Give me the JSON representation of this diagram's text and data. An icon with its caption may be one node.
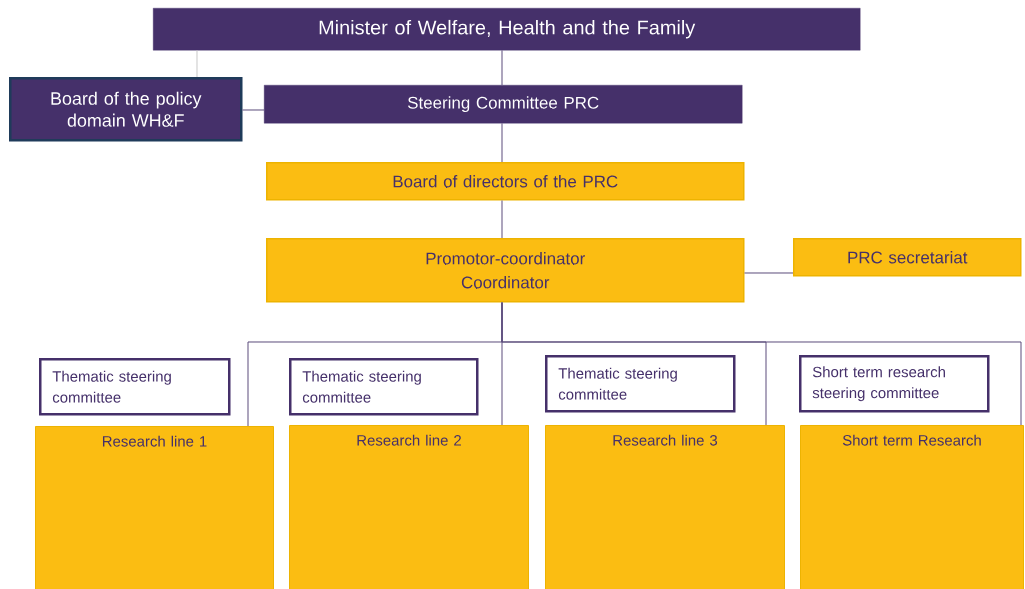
{
  "diagram": {
    "nodes": [
      {
        "text": [
          "Minister of Welfare, Health and the Family"
        ]
      },
      {
        "text": [
          "Board of the policy domain WH&F"
        ]
      },
      {
        "text": [
          "Steering Committee PRC"
        ]
      },
      {
        "text": [
          "Board of directors of the PRC"
        ]
      },
      {
        "text": [
          "Promotor-coordinator",
          "Coordinator"
        ]
      },
      {
        "text": [
          "PRC secretariat"
        ]
      },
      {
        "text": [
          "Thematic steering committee"
        ]
      },
      {
        "text": [
          "Research line  1"
        ]
      },
      {
        "text": [
          "Thematic steering committee"
        ]
      },
      {
        "text": [
          "Research line  2"
        ]
      },
      {
        "text": [
          "Thematic steering committee"
        ]
      },
      {
        "text": [
          "Research line  3"
        ]
      },
      {
        "text": [
          "Short term research steering committee"
        ]
      },
      {
        "text": [
          "Short term Research"
        ]
      }
    ],
    "edges": [
      {
        "from": 0,
        "to": 1,
        "arrow": "none",
        "color": "#c8c8c8"
      },
      {
        "from": 0,
        "to": 2,
        "arrow": "none"
      },
      {
        "from": 1,
        "to": 2,
        "arrow": "none"
      },
      {
        "from": 2,
        "to": 3,
        "arrow": "none"
      },
      {
        "from": 3,
        "to": 4,
        "arrow": "none"
      },
      {
        "from": 4,
        "to": 5,
        "arrow": "none"
      },
      {
        "from": 4,
        "to": 7,
        "arrow": "none"
      },
      {
        "from": 4,
        "to": 9,
        "arrow": "none"
      },
      {
        "from": 4,
        "to": 11,
        "arrow": "none"
      },
      {
        "from": 4,
        "to": 13,
        "arrow": "none"
      }
    ]
  }
}
